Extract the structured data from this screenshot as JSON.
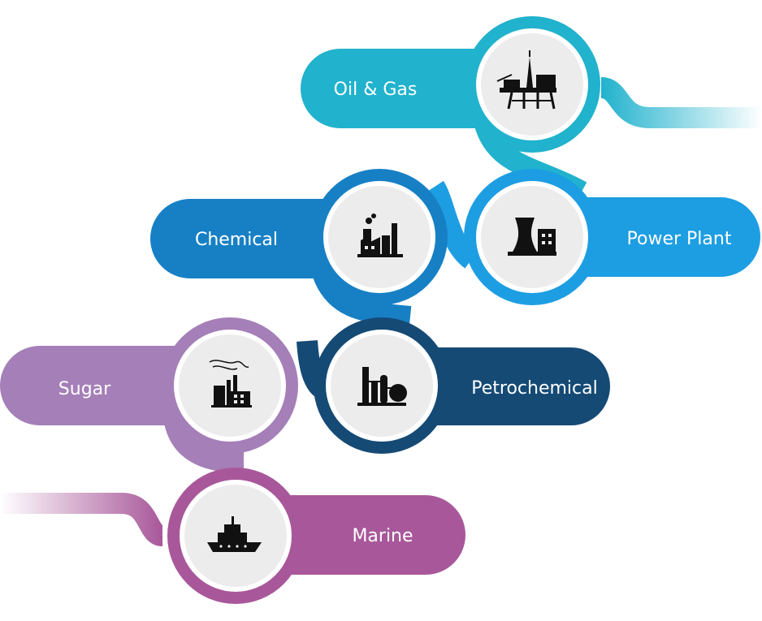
{
  "industries": [
    {
      "label": "Oil & Gas",
      "icon": "oil-rig-icon",
      "color": "#21b2cd"
    },
    {
      "label": "Power Plant",
      "icon": "power-plant-icon",
      "color": "#1d9ee3"
    },
    {
      "label": "Chemical",
      "icon": "chemical-factory-icon",
      "color": "#1780c5"
    },
    {
      "label": "Petrochemical",
      "icon": "petrochemical-plant-icon",
      "color": "#154a75"
    },
    {
      "label": "Sugar",
      "icon": "sugar-factory-icon",
      "color": "#a57fb8"
    },
    {
      "label": "Marine",
      "icon": "ship-icon",
      "color": "#a8589a"
    }
  ],
  "colors": {
    "circle_fill": "#ececec",
    "icon_color": "#111111",
    "text_color": "#ffffff",
    "background": "#ffffff"
  }
}
